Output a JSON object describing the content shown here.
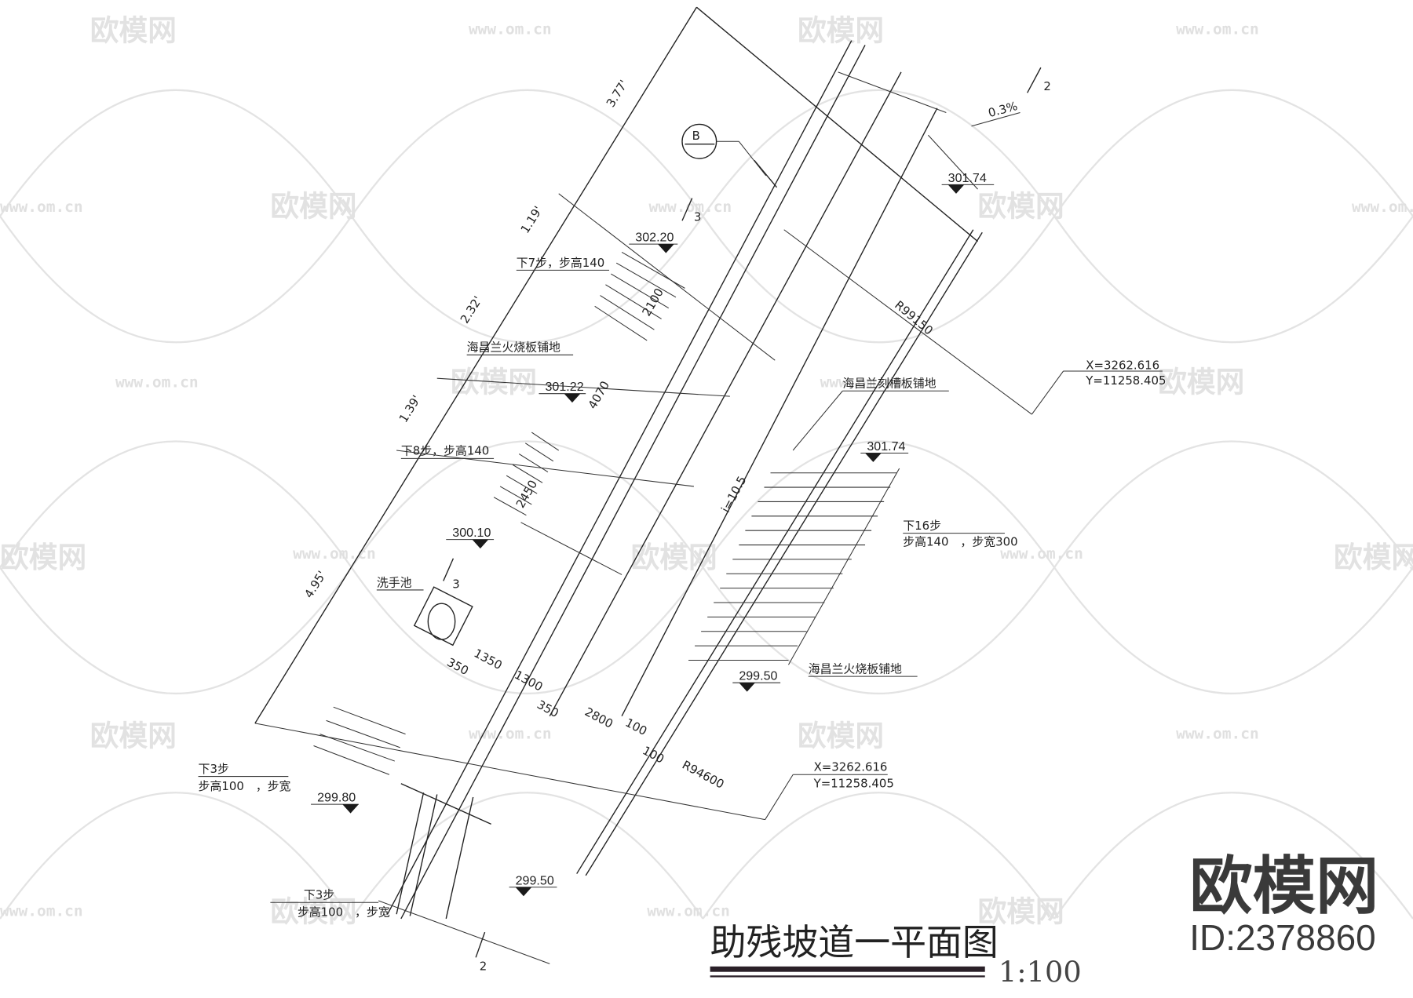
{
  "drawing": {
    "title": "助残坡道一平面图",
    "scale": "1:100",
    "brand": "欧模网",
    "brand_id": "ID:2378860",
    "watermark_text": "欧模网",
    "watermark_url": "www.om.cn"
  },
  "annotations": {
    "dim_377": "3.77'",
    "dim_119": "1.19'",
    "dim_232": "2.32'",
    "dim_139": "1.39'",
    "dim_495": "4.95'",
    "grid_b": "B",
    "section_2_top": "2",
    "section_3_top": "3",
    "section_3_mid": "3",
    "section_2_bottom": "2",
    "slope_top": "0.3%",
    "slope_ramp": "i=10.5",
    "radius_outer": "R99150",
    "radius_inner": "R94600",
    "dim_2100": "2100",
    "dim_4070": "4070",
    "dim_2450": "2450",
    "dim_350a": "350",
    "dim_1350": "1350",
    "dim_1300": "1300",
    "dim_350b": "350",
    "dim_2800": "2800",
    "dim_100a": "100",
    "dim_100b": "100"
  },
  "elevations": {
    "e1": "301.74",
    "e2": "302.20",
    "e3": "301.22",
    "e4": "300.10",
    "e5": "301.74",
    "e6": "299.50",
    "e7": "299.80",
    "e8": "299.50"
  },
  "notes": {
    "steps7": "下7步，步高140",
    "steps8": "下8步，步高140",
    "paving_fire_1": "海昌兰火烧板铺地",
    "paving_groove": "海昌兰刻槽板铺地",
    "paving_fire_2": "海昌兰火烧板铺地",
    "steps16_a": "下16步",
    "steps16_b": "步高140　，步宽300",
    "washbasin": "洗手池",
    "steps3a_a": "下3步",
    "steps3a_b": "步高100　，步宽",
    "steps3b_a": "下3步",
    "steps3b_b": "步高100　，步宽"
  },
  "coordinates": {
    "c1_x": "X=3262.616",
    "c1_y": "Y=11258.405",
    "c2_x": "X=3262.616",
    "c2_y": "Y=11258.405"
  }
}
